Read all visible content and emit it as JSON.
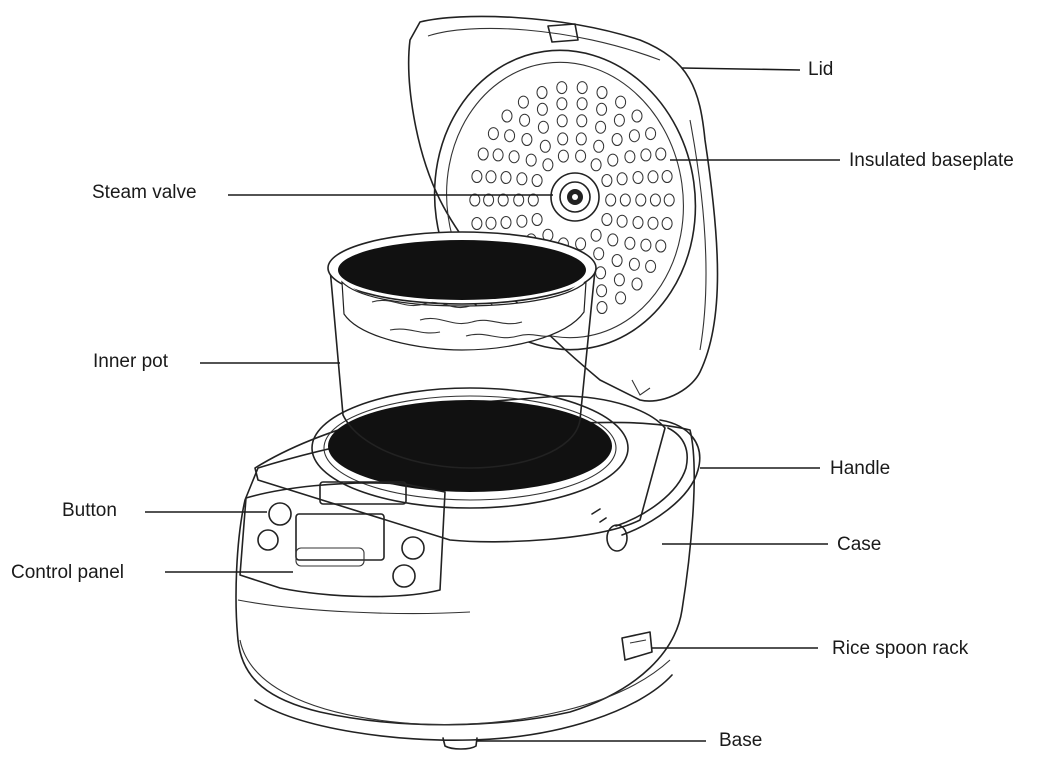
{
  "labels": {
    "lid": "Lid",
    "insulated_baseplate": "Insulated baseplate",
    "steam_valve": "Steam valve",
    "inner_pot": "Inner pot",
    "handle": "Handle",
    "button": "Button",
    "case": "Case",
    "control_panel": "Control panel",
    "rice_spoon_rack": "Rice spoon rack",
    "base": "Base"
  }
}
